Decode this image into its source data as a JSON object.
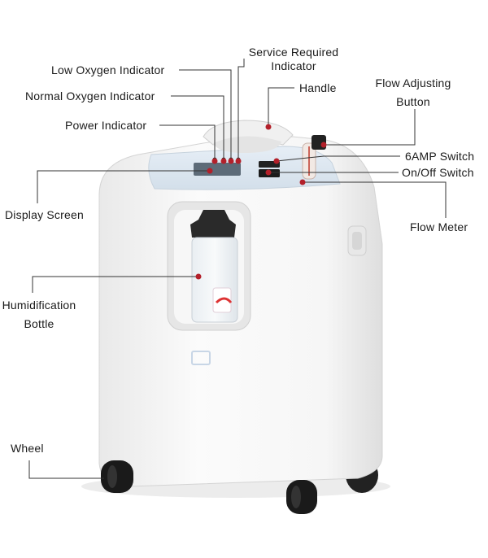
{
  "colors": {
    "leader_line": "#333333",
    "marker_dot": "#b3202a",
    "body": "#f4f4f4",
    "panel": "#dfe8f1",
    "wheel": "#1a1a1a"
  },
  "labels": {
    "low_oxygen": "Low Oxygen Indicator",
    "normal_oxygen": "Normal Oxygen Indicator",
    "power": "Power Indicator",
    "service_required_line1": "Service Required",
    "service_required_line2": "Indicator",
    "handle": "Handle",
    "flow_adjusting_line1": "Flow Adjusting",
    "flow_adjusting_line2": "Button",
    "six_amp": "6AMP Switch",
    "on_off": "On/Off Switch",
    "display_screen": "Display Screen",
    "flow_meter": "Flow Meter",
    "humidification_line1": "Humidification",
    "humidification_line2": "Bottle",
    "wheel": "Wheel"
  }
}
